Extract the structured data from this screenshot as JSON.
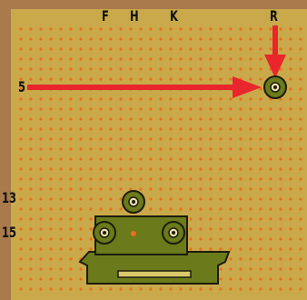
{
  "board": {
    "background_color": "#c9a94a",
    "wood_color": "#a97a4c",
    "hole_color": "#e8701e"
  },
  "column_labels": [
    "F",
    "H",
    "K",
    "R"
  ],
  "row_labels": [
    "5",
    "13",
    "15"
  ],
  "arrows": {
    "color": "#e8262c",
    "horizontal": {
      "from_row": "5",
      "to_column": "R"
    },
    "vertical": {
      "from_column": "R",
      "to_row": "5"
    }
  },
  "component": {
    "body_color": "#6b7a1a",
    "outline_color": "#1c1c0e",
    "pin_ring_color": "#e8e0b0",
    "led_color": "#e8701e",
    "slot_color": "#d8c86a"
  }
}
